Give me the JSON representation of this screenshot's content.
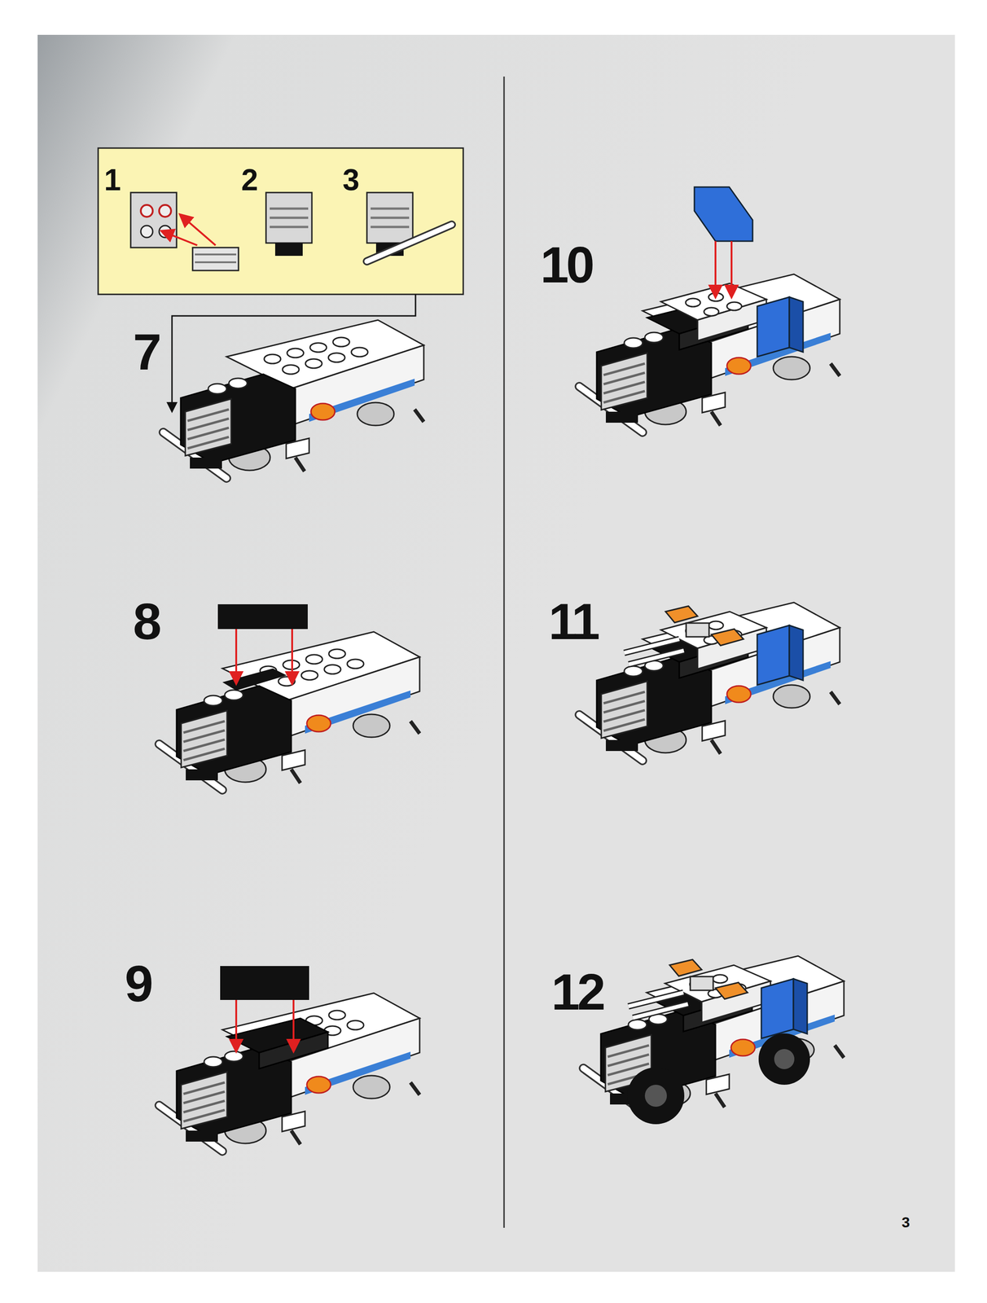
{
  "diagram": {
    "nodes": [
      {
        "text": [
          "1",
          "2",
          "3"
        ]
      }
    ],
    "labels": [
      "7",
      "8",
      "9",
      "10",
      "11",
      "12",
      "3"
    ]
  }
}
